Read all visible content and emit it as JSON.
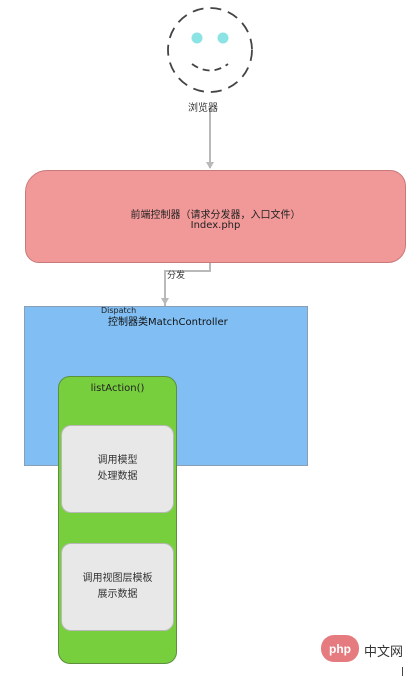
{
  "browser": {
    "label": "浏览器"
  },
  "front_controller": {
    "line1": "前端控制器（请求分发器，入口文件）",
    "line2": "Index.php"
  },
  "connectors": {
    "distribute_label": "分发",
    "dispatch_label": "Dispatch"
  },
  "match_controller": {
    "title": "控制器类MatchController"
  },
  "action": {
    "title": "listAction()",
    "steps": [
      {
        "line1": "调用模型",
        "line2": "处理数据"
      },
      {
        "line1": "调用视图层模板",
        "line2": "展示数据"
      }
    ]
  },
  "watermark": {
    "badge": "php",
    "text": "中文网"
  }
}
